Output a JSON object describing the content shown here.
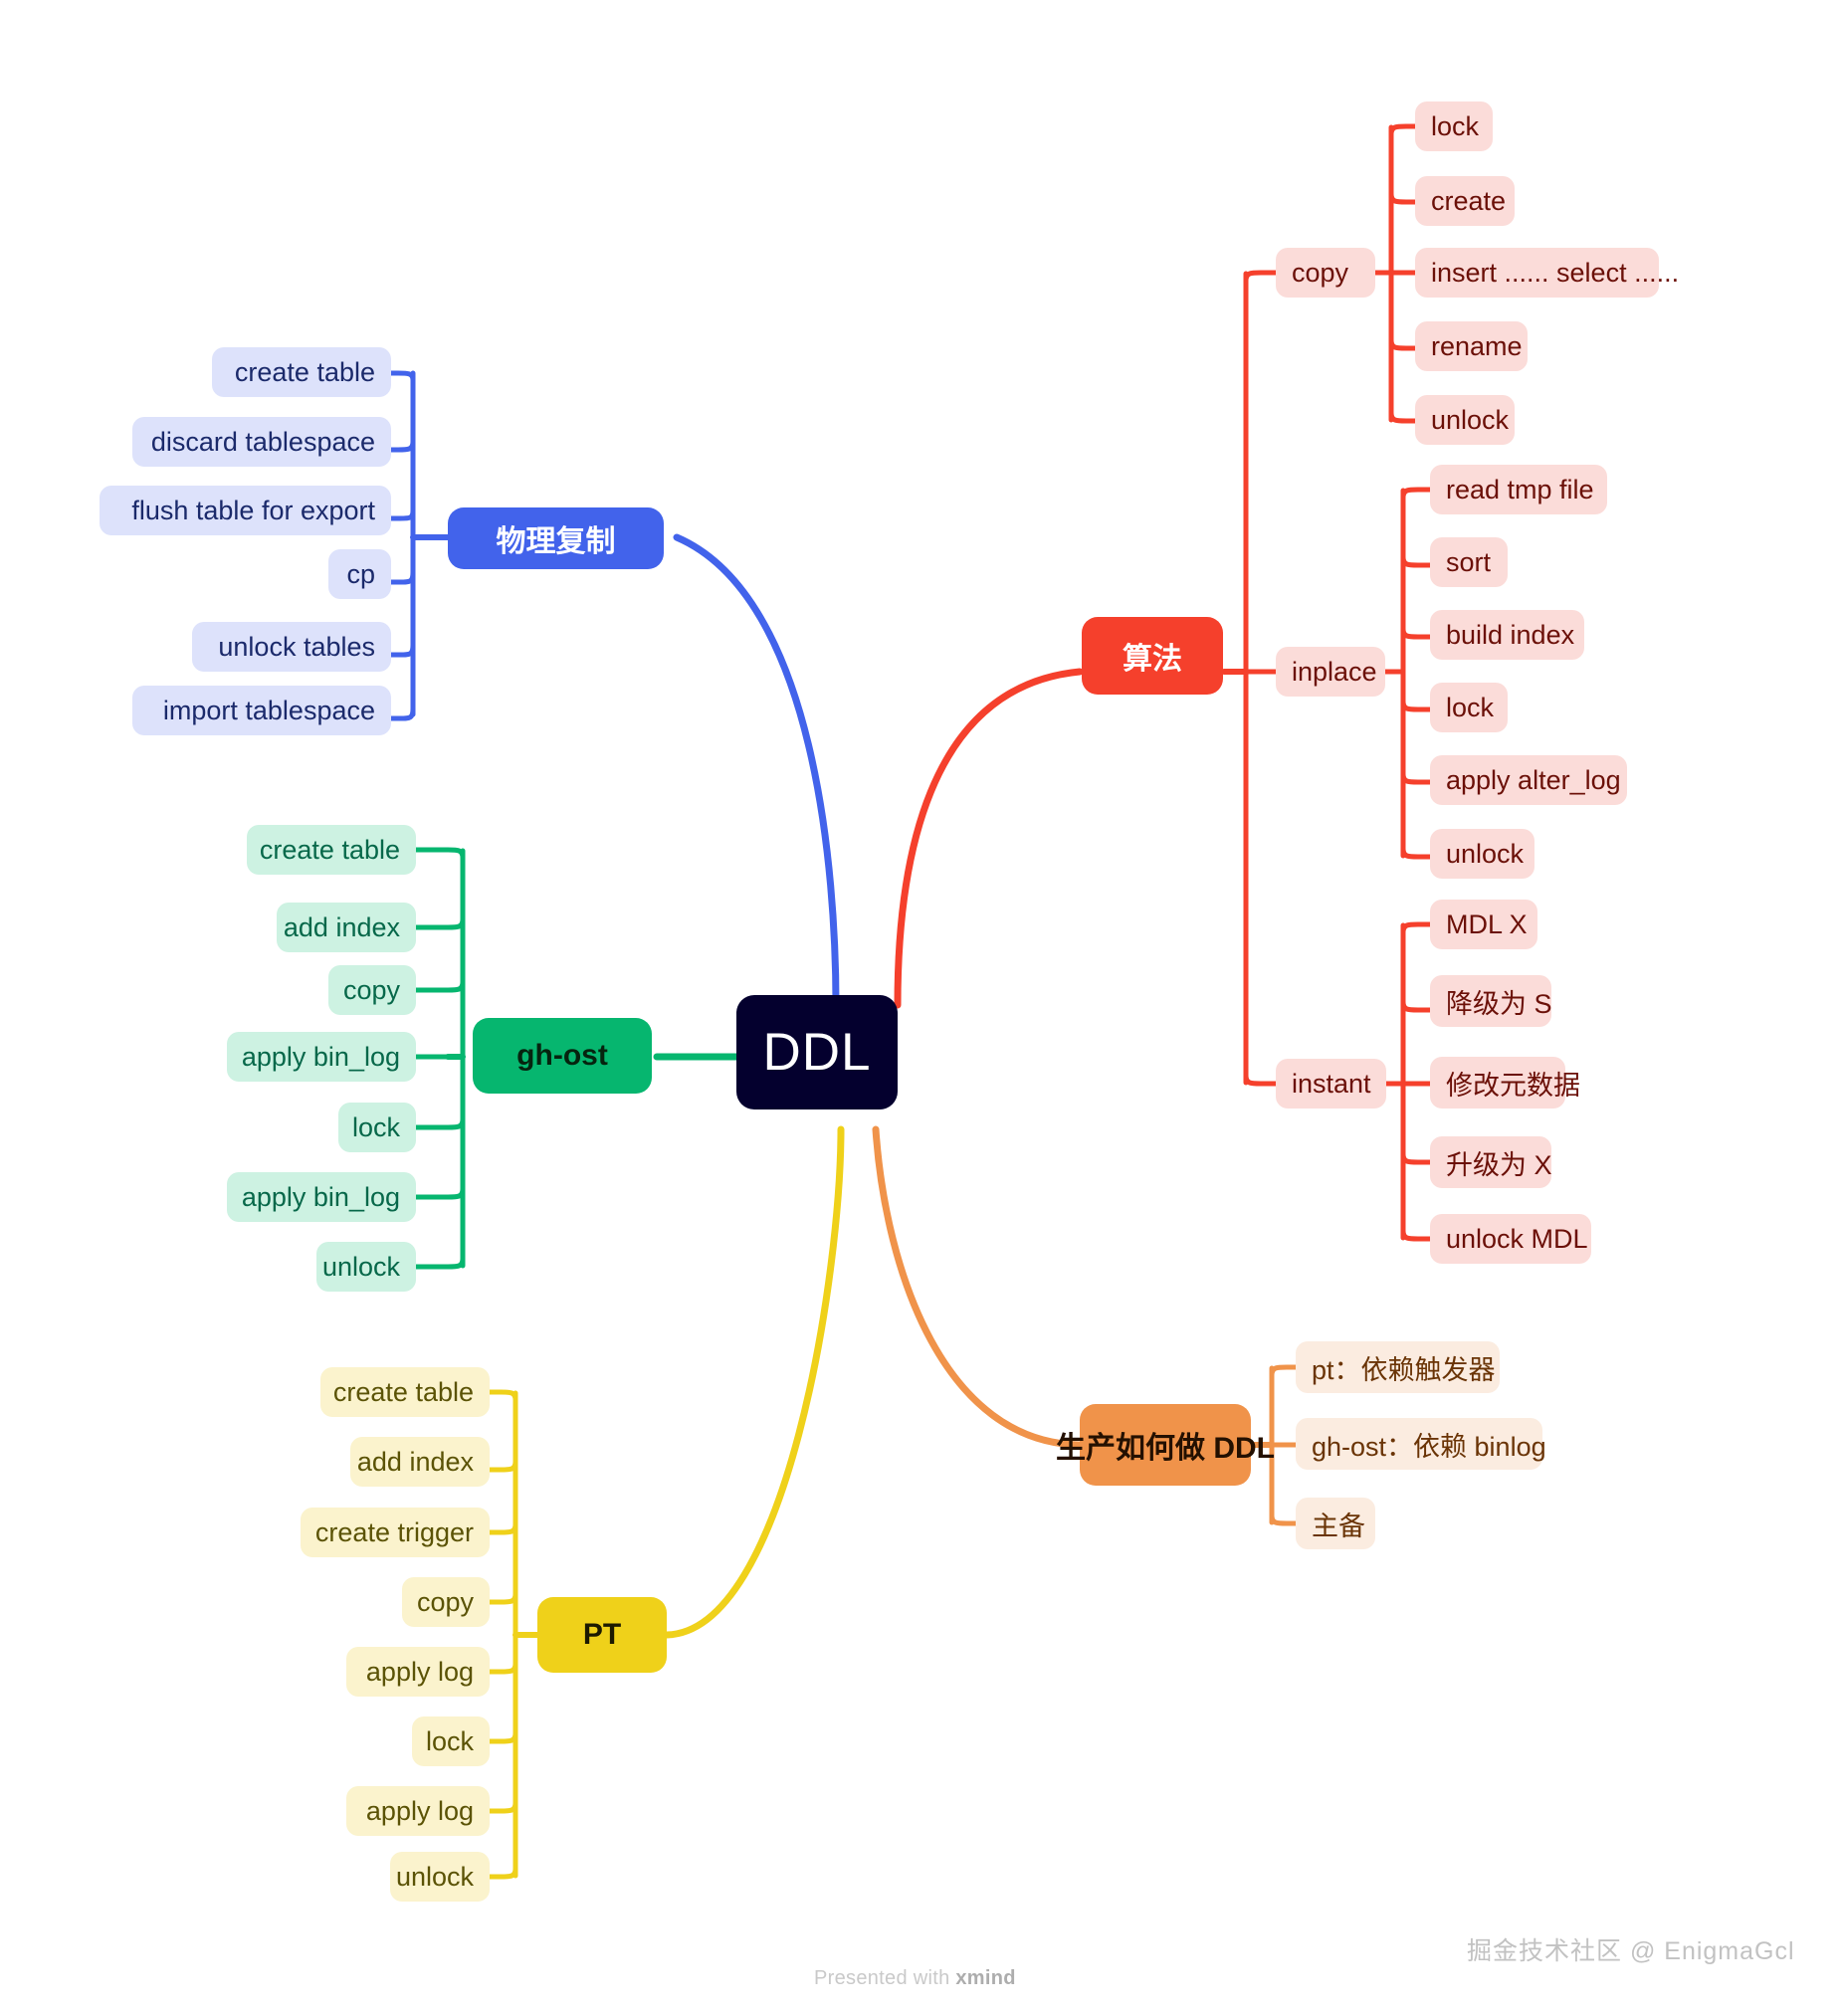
{
  "root": {
    "label": "DDL",
    "color": "#04002e"
  },
  "branches": [
    {
      "id": "physical-replication",
      "label": "物理复制",
      "color": "#4263eb",
      "leaf_color": "#dde2fb",
      "side": "left",
      "children": [
        {
          "label": "create table"
        },
        {
          "label": "discard tablespace"
        },
        {
          "label": "flush table for export"
        },
        {
          "label": "cp"
        },
        {
          "label": "unlock tables"
        },
        {
          "label": "import tablespace"
        }
      ]
    },
    {
      "id": "gh-ost",
      "label": "gh-ost",
      "color": "#06b66f",
      "leaf_color": "#cdf2e2",
      "side": "left",
      "children": [
        {
          "label": "create table"
        },
        {
          "label": "add index"
        },
        {
          "label": "copy"
        },
        {
          "label": "apply bin_log"
        },
        {
          "label": "lock"
        },
        {
          "label": "apply bin_log"
        },
        {
          "label": "unlock"
        }
      ]
    },
    {
      "id": "pt",
      "label": "PT",
      "color": "#efd11a",
      "leaf_color": "#fbf3cd",
      "side": "left",
      "children": [
        {
          "label": "create table"
        },
        {
          "label": "add index"
        },
        {
          "label": "create trigger"
        },
        {
          "label": "copy"
        },
        {
          "label": "apply log"
        },
        {
          "label": "lock"
        },
        {
          "label": "apply log"
        },
        {
          "label": "unlock"
        }
      ]
    },
    {
      "id": "algorithm",
      "label": "算法",
      "color": "#f5402c",
      "leaf_color": "#fbdcd9",
      "side": "right",
      "groups": [
        {
          "label": "copy",
          "children": [
            {
              "label": "lock"
            },
            {
              "label": "create"
            },
            {
              "label": "insert ...... select ......"
            },
            {
              "label": "rename"
            },
            {
              "label": "unlock"
            }
          ]
        },
        {
          "label": "inplace",
          "children": [
            {
              "label": "read tmp file"
            },
            {
              "label": "sort"
            },
            {
              "label": "build index"
            },
            {
              "label": "lock"
            },
            {
              "label": "apply alter_log"
            },
            {
              "label": "unlock"
            }
          ]
        },
        {
          "label": "instant",
          "children": [
            {
              "label": "MDL X"
            },
            {
              "label": "降级为 S"
            },
            {
              "label": "修改元数据"
            },
            {
              "label": "升级为 X"
            },
            {
              "label": "unlock MDL"
            }
          ]
        }
      ]
    },
    {
      "id": "production-ddl",
      "label": "生产如何做 DDL",
      "color": "#f0934a",
      "leaf_color": "#fbece0",
      "side": "right",
      "children": [
        {
          "label": "pt：依赖触发器"
        },
        {
          "label": "gh-ost：依赖 binlog"
        },
        {
          "label": "主备"
        }
      ]
    }
  ],
  "footer": {
    "presented_prefix": "Presented with ",
    "presented_brand": "xmind",
    "watermark": "掘金技术社区 @ EnigmaGcl"
  }
}
